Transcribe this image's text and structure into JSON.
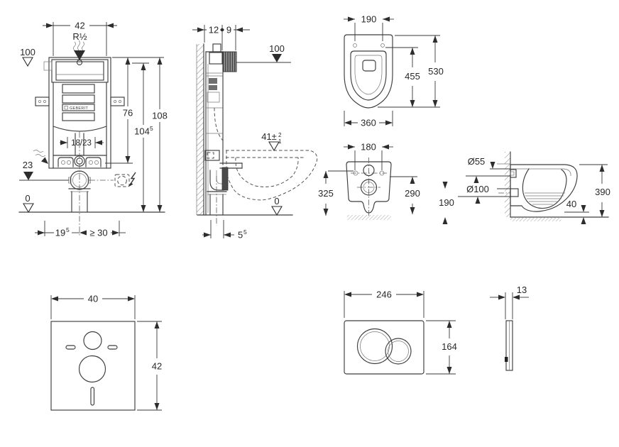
{
  "drawing": {
    "brand": "GEBERIT",
    "cistern_front": {
      "frame_width": "42",
      "supply_thread": "R½",
      "supply_height": "100",
      "frame_height": "76",
      "total_height": "108",
      "plate_height": "104",
      "plate_height_sup": "5",
      "outlet_positions": "18/23",
      "outlet_height": "23",
      "floor_level": "0",
      "side_offset": "19",
      "side_offset_sup": "5",
      "min_clearance": "≥ 30"
    },
    "cistern_side": {
      "frame_depth": "12",
      "housing_depth": "9",
      "supply_height": "100",
      "pan_top_height": "41±",
      "pan_tol_plus": "2",
      "pan_tol_minus": "1",
      "floor_level": "0",
      "outlet_offset": "5",
      "outlet_offset_sup": "5"
    },
    "pan_top": {
      "fixing_centres": "190",
      "depth_to_holes": "455",
      "total_depth": "530",
      "width": "360"
    },
    "pan_rear": {
      "fixing_centres": "180",
      "height_overall": "325",
      "height_front": "290"
    },
    "pan_side": {
      "flush_pipe_dia": "Ø55",
      "outlet_dia": "Ø100",
      "outlet_height": "190",
      "bottom_clearance": "40",
      "pan_height": "390"
    },
    "insulation_mat": {
      "width": "40",
      "height": "42"
    },
    "actuator_front": {
      "width": "246",
      "height": "164"
    },
    "actuator_side": {
      "thickness": "13"
    }
  }
}
